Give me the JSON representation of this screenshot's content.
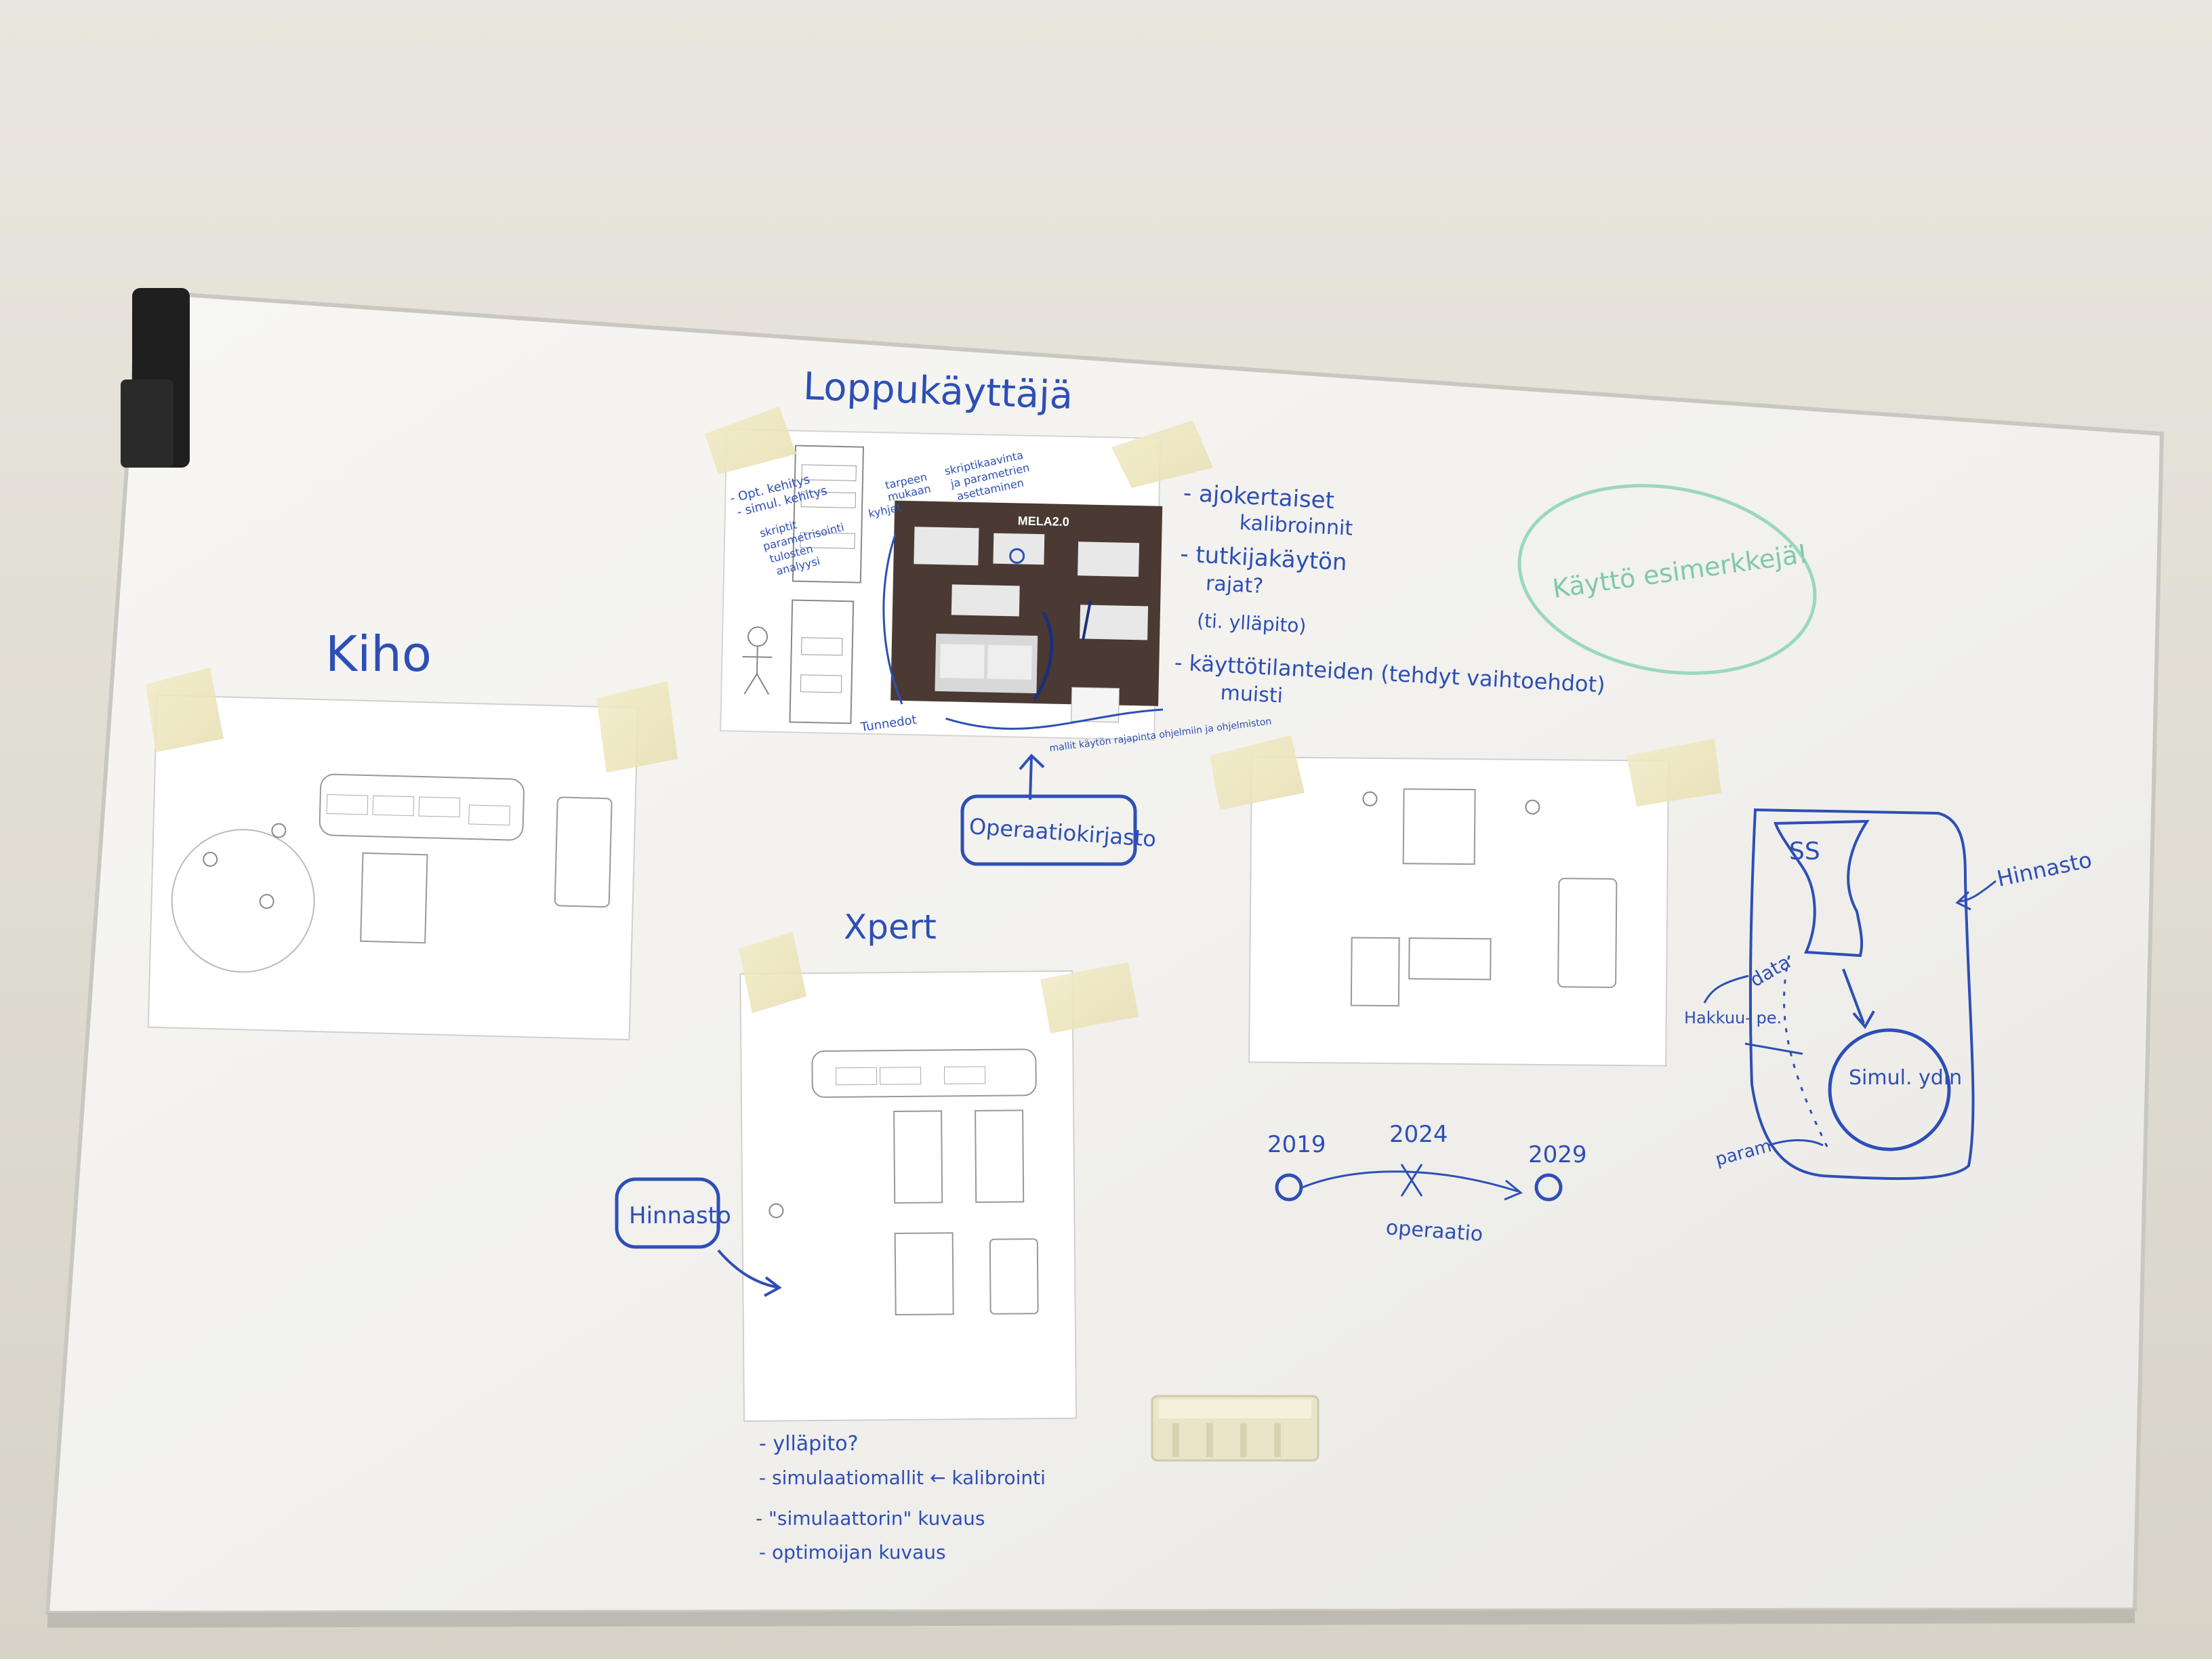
{
  "board": {
    "heading_top": "Loppukäyttäjä",
    "label_kiho": "Kiho",
    "label_xpert": "Xpert",
    "label_hinnasto_left": "Hinnasto",
    "label_hinnasto_right": "Hinnasto",
    "label_kaytto": "Käyttö esimerkkejä!",
    "box_operaatiokirjasto": "Operaatiokirjasto"
  },
  "mela_sheet": {
    "title": "MELA2.0",
    "notes_left": [
      "- Opt. kehitys",
      "- simul. kehitys",
      "skriptit",
      "parametrisointi",
      "tulosten",
      "analyysi"
    ],
    "notes_top": [
      "kyhjet",
      "tarpeen",
      "mukaan",
      "skriptikaavinta",
      "ja parametrien",
      "asettaminen"
    ],
    "note_bottom_left": "Tunnedot",
    "note_bottom_right": "mallit käytön rajapinta ohjelmiin ja ohjelmiston"
  },
  "right_notes": [
    "- ajokertaiset",
    "kalibroinnit",
    "- tutkijakäytön",
    "rajat?",
    "(ti. ylläpito)",
    "- käyttötilanteiden (tehdyt vaihtoehdot)",
    "muisti"
  ],
  "timeline": {
    "start_label": "2019",
    "middle_label": "2024",
    "end_label": "2029",
    "caption": "operaatio"
  },
  "right_diagram": {
    "box_label": "SS",
    "circle_label": "Simul. ydin",
    "arrow_label_data": "data",
    "side_label": "Hakkuu- pe.",
    "bottom_label": "param."
  },
  "bottom_notes": [
    "- ylläpito?",
    "- simulaatiomallit ← kalibrointi",
    "- \"simulaattorin\" kuvaus",
    "- optimoijan kuvaus"
  ]
}
